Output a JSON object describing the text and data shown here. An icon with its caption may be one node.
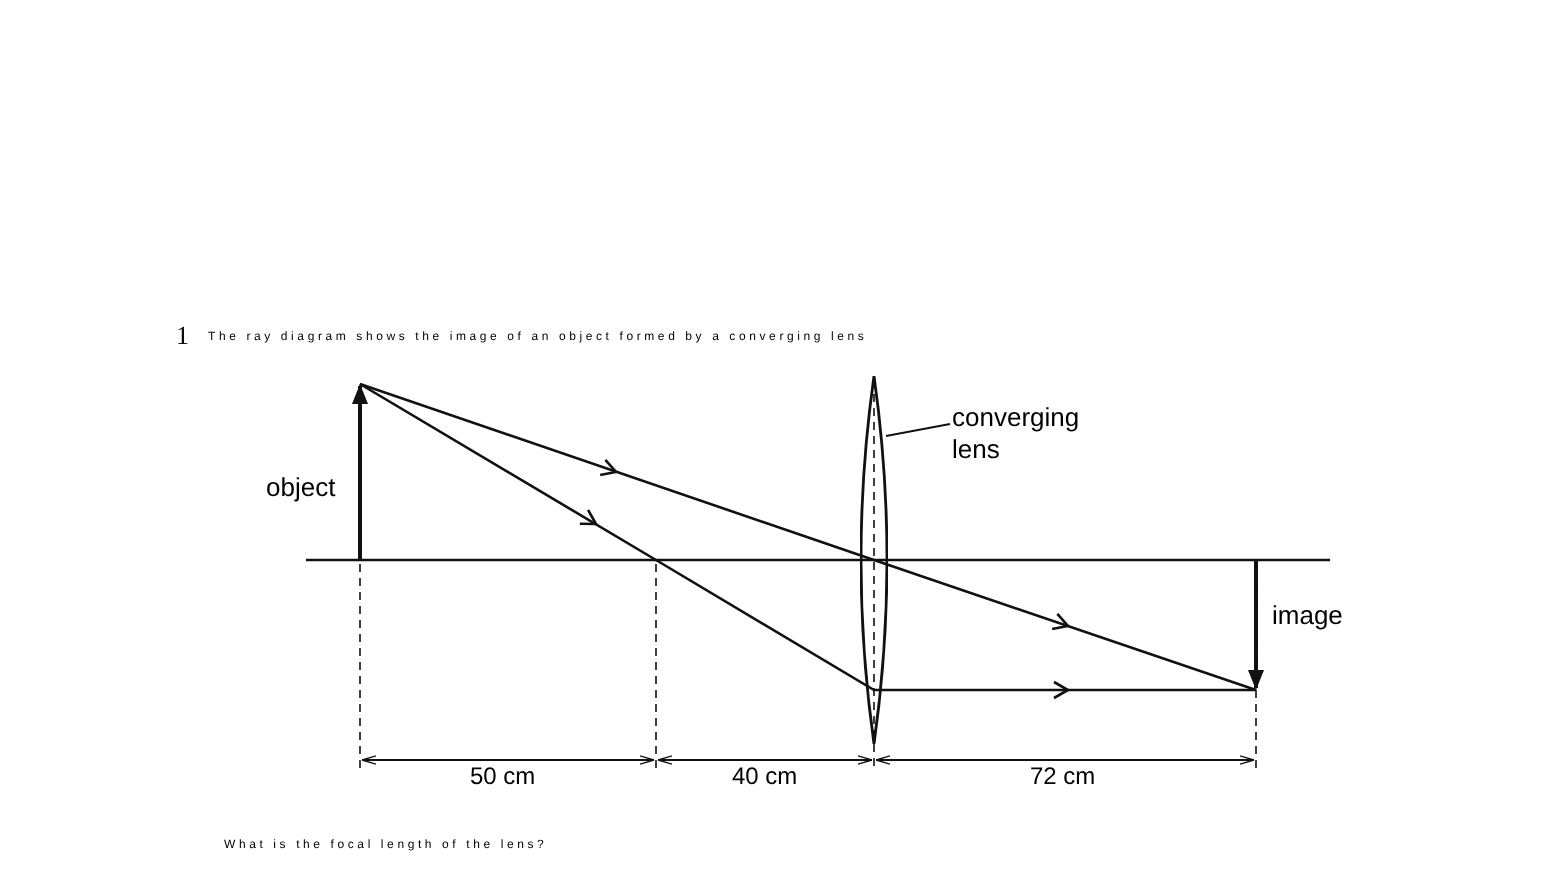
{
  "diagram": {
    "title": "The ray diagram shows the image of an object formed by a converging lens",
    "nodes": [
      {
        "text": [
          "converging lens"
        ]
      },
      {
        "text": [],
        "shape": "ellipse"
      }
    ],
    "edges": [
      {
        "from": 0,
        "to": 1,
        "arrow": "none"
      }
    ],
    "labels": [
      "1",
      "object",
      "image",
      "50 cm",
      "40 cm",
      "72 cm",
      "What is the focal length of the lens?"
    ]
  }
}
